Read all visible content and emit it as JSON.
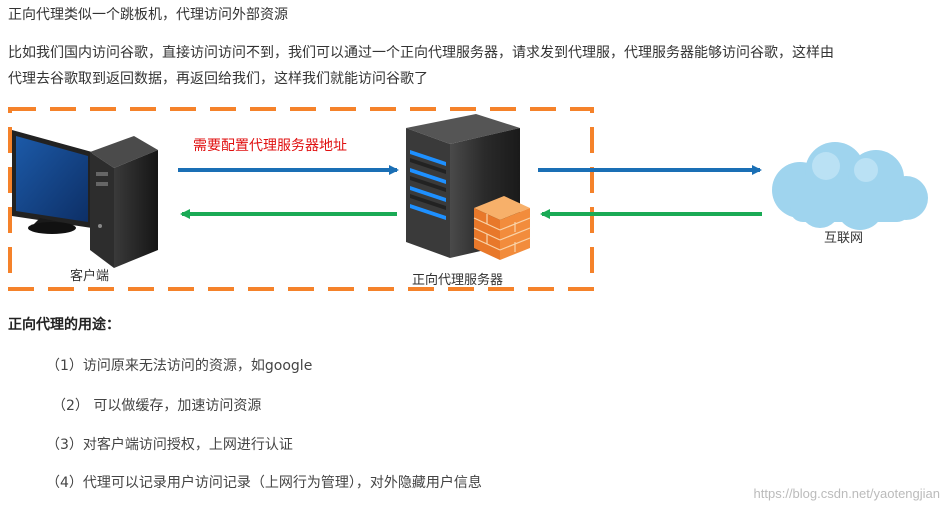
{
  "paragraphs": {
    "intro": "正向代理类似一个跳板机，代理访问外部资源",
    "example_line1": "比如我们国内访问谷歌，直接访问访问不到，我们可以通过一个正向代理服务器，请求发到代理服，代理服务器能够访问谷歌，这样由",
    "example_line2": "代理去谷歌取到返回数据，再返回给我们，这样我们就能访问谷歌了"
  },
  "diagram": {
    "client_label": "客户端",
    "proxy_label": "正向代理服务器",
    "internet_label": "互联网",
    "config_note": "需要配置代理服务器地址",
    "colors": {
      "dashed_border": "#f5822a",
      "request_arrow": "#1a6fb5",
      "response_arrow": "#1aaa55",
      "note_text": "#e01010",
      "cloud": "#9fd4ee"
    }
  },
  "uses": {
    "heading": "正向代理的用途：",
    "items": [
      "（1）访问原来无法访问的资源，如google",
      "（2） 可以做缓存，加速访问资源",
      "（3）对客户端访问授权，上网进行认证",
      "（4）代理可以记录用户访问记录（上网行为管理），对外隐藏用户信息"
    ]
  },
  "watermark": "https://blog.csdn.net/yaotengjian"
}
